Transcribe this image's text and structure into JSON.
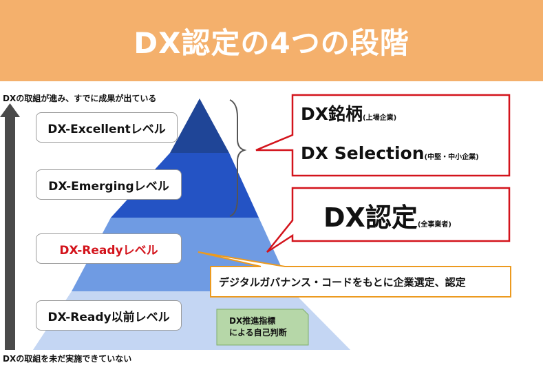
{
  "header": {
    "title": "DX認定の4つの段階"
  },
  "axis": {
    "top_label": "DXの取組が進み、すでに成果が出ている",
    "bottom_label": "DXの取組を未だ実施できていない"
  },
  "levels": [
    {
      "label": "DX-Excellentレベル"
    },
    {
      "label": "DX-Emergingレベル"
    },
    {
      "label": "DX-Readyレベル"
    },
    {
      "label": "DX-Ready以前レベル"
    }
  ],
  "callout_top": {
    "line1_main": "DX銘柄",
    "line1_sub": "(上場企業)",
    "line2_main": "DX Selection",
    "line2_sub": "(中堅・中小企業)"
  },
  "callout_middle": {
    "main": "DX認定",
    "sub": "(全事業者)"
  },
  "callout_bottom": {
    "text": "デジタルガバナンス・コードをもとに企業選定、認定"
  },
  "note": {
    "line1": "DX推進指標",
    "line2": "による自己判断"
  },
  "colors": {
    "header": "#f4b06c",
    "tier1": "#1f4597",
    "tier2": "#2453c4",
    "tier3": "#6f9be3",
    "tier4": "#c4d6f3",
    "note_bg": "#b6d7a8",
    "red": "#d3131b",
    "orange": "#ec9a1f"
  }
}
